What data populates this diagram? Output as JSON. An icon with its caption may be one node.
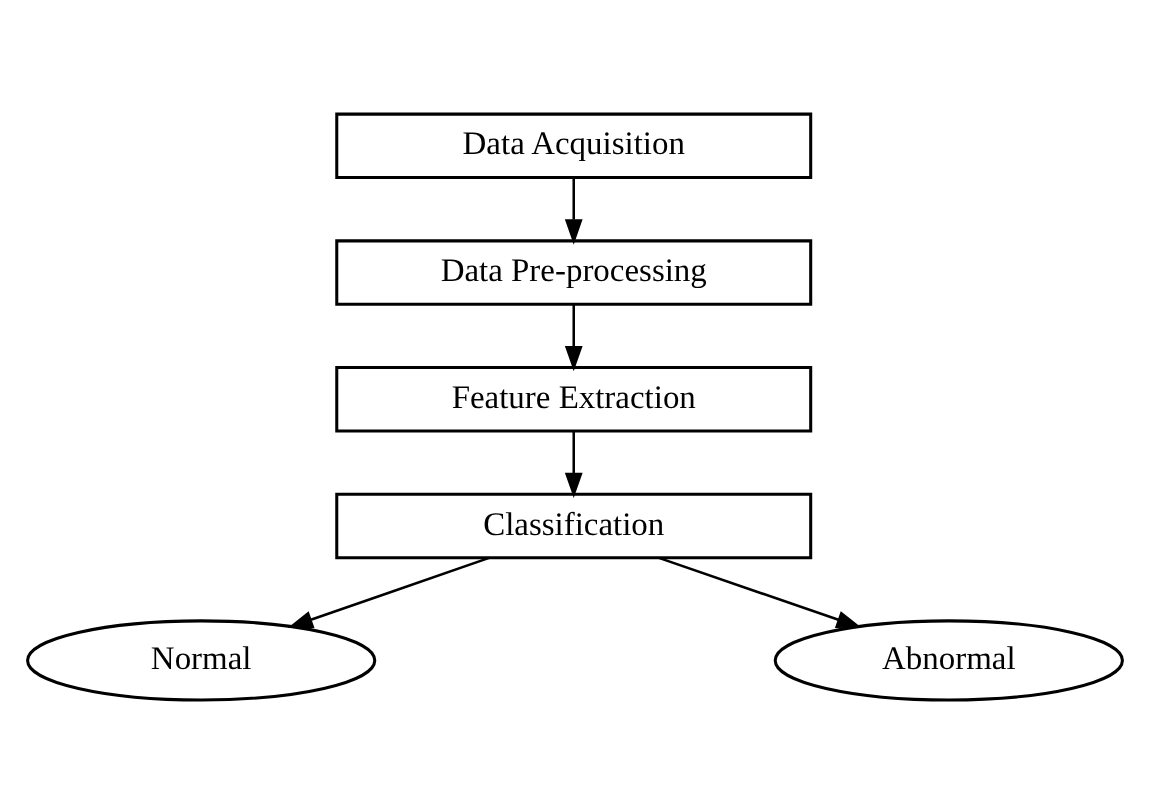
{
  "diagram": {
    "nodes": [
      {
        "text": [
          "Data Acquisition"
        ]
      },
      {
        "text": [
          "Data Pre-processing"
        ]
      },
      {
        "text": [
          "Feature Extraction"
        ]
      },
      {
        "text": [
          "Classification"
        ]
      },
      {
        "text": [
          "Normal"
        ]
      },
      {
        "text": [
          "Abnormal"
        ]
      }
    ],
    "edges": [
      {
        "from": 0,
        "to": 1,
        "arrow": "to"
      },
      {
        "from": 1,
        "to": 2,
        "arrow": "to"
      },
      {
        "from": 2,
        "to": 3,
        "arrow": "to"
      },
      {
        "from": 3,
        "to": 4,
        "arrow": "to"
      },
      {
        "from": 3,
        "to": 5,
        "arrow": "to"
      }
    ]
  }
}
